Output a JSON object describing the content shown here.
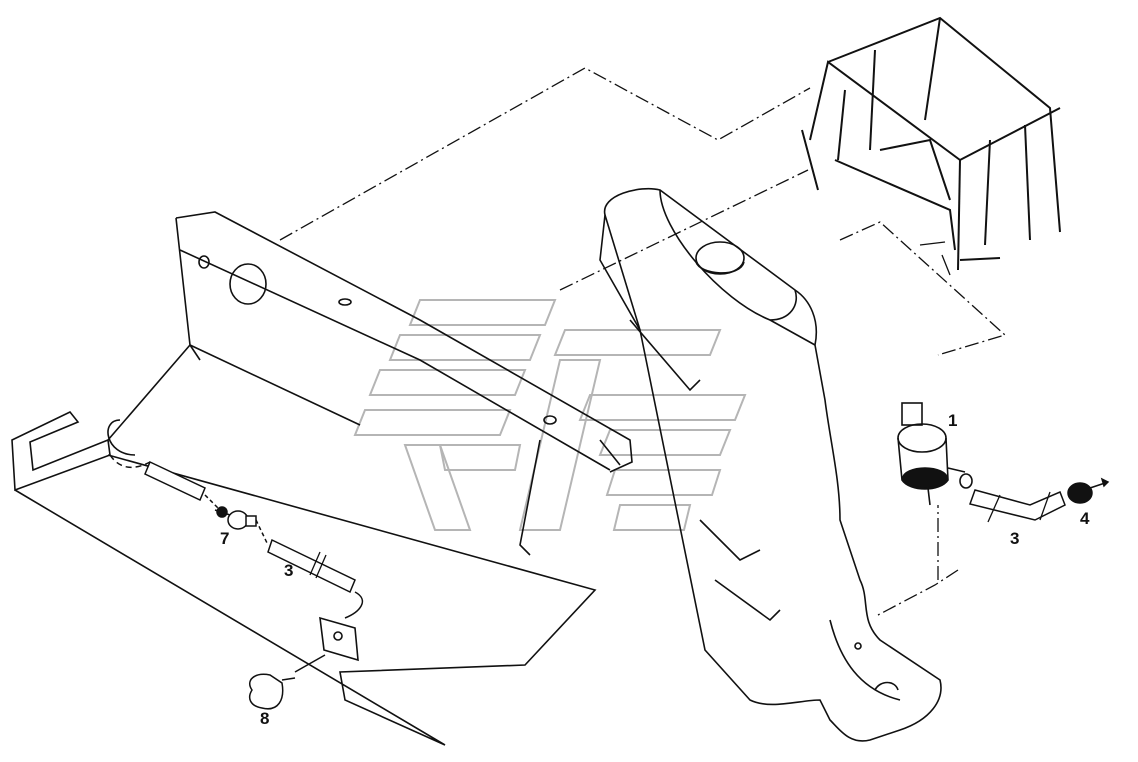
{
  "callouts": [
    {
      "id": "1",
      "label": "1"
    },
    {
      "id": "3a",
      "label": "3"
    },
    {
      "id": "3b",
      "label": "3"
    },
    {
      "id": "4",
      "label": "4"
    },
    {
      "id": "7",
      "label": "7"
    },
    {
      "id": "8",
      "label": "8"
    }
  ],
  "colors": {
    "ink": "#111111",
    "watermark": "#b5b5b5",
    "paper": "#ffffff"
  }
}
